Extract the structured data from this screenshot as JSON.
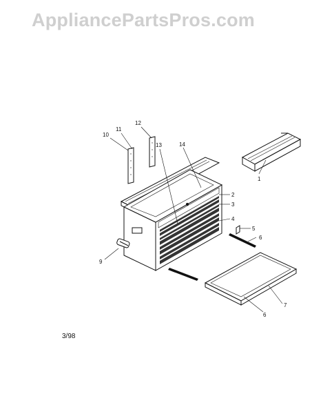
{
  "watermark": "AppliancePartsPros.com",
  "date_code": "3/98",
  "callouts": [
    {
      "id": "1",
      "label": "1"
    },
    {
      "id": "2",
      "label": "2"
    },
    {
      "id": "3",
      "label": "3"
    },
    {
      "id": "4",
      "label": "4"
    },
    {
      "id": "5",
      "label": "5"
    },
    {
      "id": "6a",
      "label": "6"
    },
    {
      "id": "6b",
      "label": "6"
    },
    {
      "id": "7",
      "label": "7"
    },
    {
      "id": "9",
      "label": "9"
    },
    {
      "id": "10",
      "label": "10"
    },
    {
      "id": "11",
      "label": "11"
    },
    {
      "id": "12",
      "label": "12"
    },
    {
      "id": "13",
      "label": "13"
    },
    {
      "id": "14",
      "label": "14"
    }
  ]
}
